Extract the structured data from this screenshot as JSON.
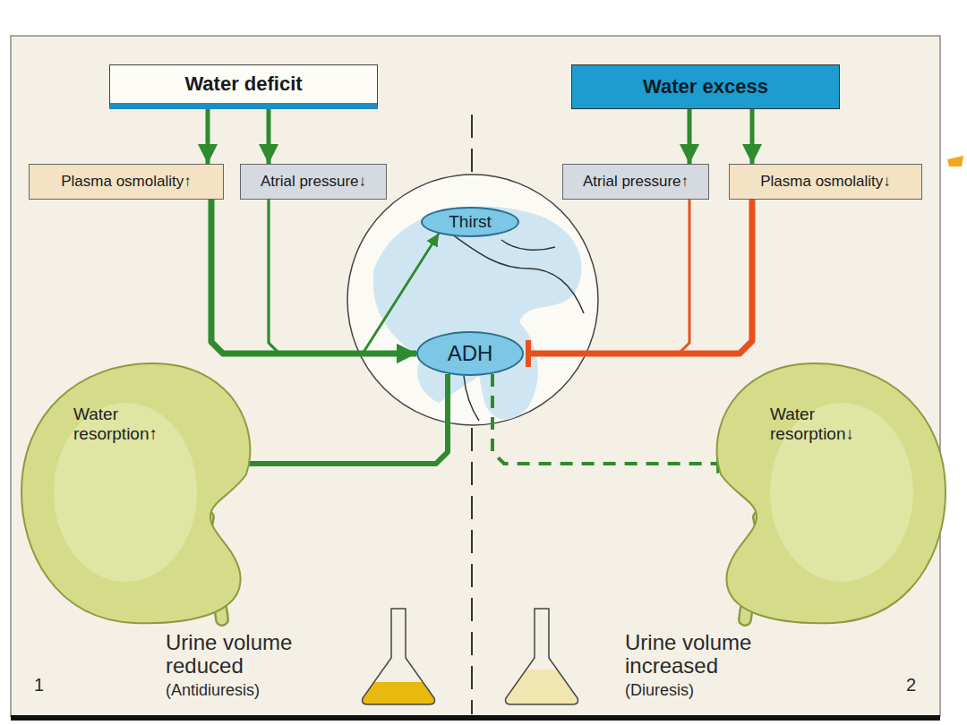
{
  "diagram": {
    "nodes": [
      {
        "text": [
          "Water deficit"
        ]
      },
      {
        "text": [
          "Water excess"
        ]
      },
      {
        "text": [
          "Plasma osmolality↑"
        ]
      },
      {
        "text": [
          "Atrial pressure↓"
        ]
      },
      {
        "text": [
          "Atrial pressure↑"
        ]
      },
      {
        "text": [
          "Plasma osmolality↓"
        ]
      },
      {
        "text": [
          "Thirst"
        ]
      },
      {
        "text": [
          "ADH"
        ]
      },
      {
        "text": [
          "Water resorption↑"
        ]
      },
      {
        "text": [
          "Water resorption↓"
        ]
      }
    ],
    "edges": [
      {
        "from": 0,
        "to": 2,
        "arrow": "to"
      },
      {
        "from": 0,
        "to": 3,
        "arrow": "to"
      },
      {
        "from": 1,
        "to": 4,
        "arrow": "to"
      },
      {
        "from": 1,
        "to": 5,
        "arrow": "to"
      },
      {
        "from": 2,
        "to": 7,
        "arrow": "to"
      },
      {
        "from": 3,
        "to": 7,
        "arrow": "to"
      },
      {
        "from": 2,
        "to": 6,
        "arrow": "to"
      },
      {
        "from": 3,
        "to": 6,
        "arrow": "to"
      },
      {
        "from": 4,
        "to": 7,
        "arrow": "to"
      },
      {
        "from": 5,
        "to": 7,
        "arrow": "to"
      },
      {
        "from": 7,
        "to": 8,
        "arrow": "to"
      },
      {
        "from": 7,
        "to": 9,
        "arrow": "to"
      }
    ],
    "labels": [
      "Urine volume reduced",
      "(Antidiuresis)",
      "1",
      "Urine volume increased",
      "(Diuresis)",
      "2"
    ]
  }
}
